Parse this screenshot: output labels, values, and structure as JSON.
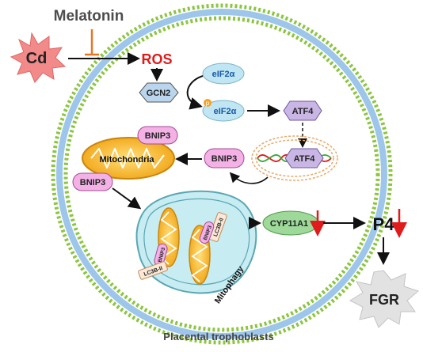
{
  "labels": {
    "melatonin": "Melatonin",
    "cd": "Cd",
    "ros": "ROS",
    "gcn2": "GCN2",
    "eif2a_top": "eIF2α",
    "eif2a_bottom": "eIF2α",
    "phospho": "p",
    "atf4_protein": "ATF4",
    "atf4_gene": "ATF4",
    "bnip3_top": "BNIP3",
    "bnip3_middle": "BNIP3",
    "bnip3_left": "BNIP3",
    "mitochondria": "Mitochondria",
    "lc3b_right": "LC3B-II",
    "bnip3_auto_right": "BNIP3",
    "bnip3_auto_left": "BNIP3",
    "lc3b_left": "LC3B-II",
    "mitophagy": "Mitophagy",
    "cyp11a1": "CYP11A1",
    "p4": "P4",
    "fgr": "FGR",
    "cell_type": "Placental trophoblasts"
  },
  "colors": {
    "membrane_green": "#8cc63f",
    "membrane_blue": "#9ec6ea",
    "cd_burst": "#f28a8a",
    "ros_red": "#e01b1b",
    "inhibit_orange": "#e87722",
    "gcn2_fill": "#b9d6ee",
    "eif2a_fill": "#bfe6f2",
    "phospho_fill": "#f7a21b",
    "atf4_fill": "#c9b6e4",
    "bnip3_fill": "#f3b1e6",
    "mito_fill": "#f6b11a",
    "autophagosome_fill": "#c7ecf2",
    "cyp_fill": "#9ed99a",
    "decrease_arrow": "#e01b1b",
    "fgr_burst": "#e2e2e2"
  }
}
